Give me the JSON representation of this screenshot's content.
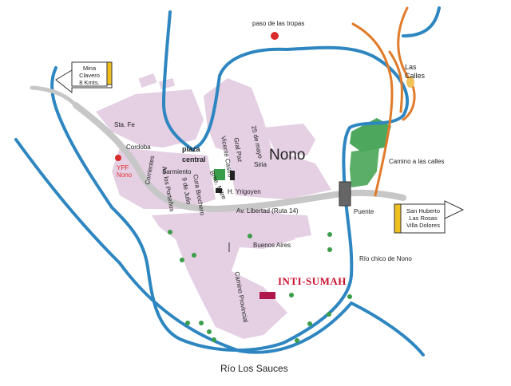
{
  "town": {
    "name": "Nono"
  },
  "signs": {
    "left": {
      "lines": [
        "Mina",
        "Clavero",
        "8 Kmts."
      ]
    },
    "right": {
      "lines": [
        "San Huberto",
        "Las Rosas",
        "Villa Dolores"
      ]
    }
  },
  "landmarks": {
    "paso": "paso de las tropas",
    "las_calles_1": "Las",
    "las_calles_2": "Calles",
    "camino_calles": "Camino a las calles",
    "plaza_1": "plaza",
    "plaza_2": "central",
    "ypf_1": "YPF",
    "ypf_2": "Nono",
    "puente": "Puente",
    "rio_chico": "Río chico de Nono",
    "inti": "INTI-SUMAH",
    "rio_sauces": "Río Los Sauces"
  },
  "streets": {
    "sta_fe": "Sta. Fe",
    "cordoba": "Cordoba",
    "corrientes": "Corrientes",
    "portenos": "Av. los Porteños",
    "sarmiento": "Sarmiento",
    "nueve_julio": "9 de Julio",
    "cura": "Cura Brochero",
    "mitre": "Bme. Mitre",
    "vicente": "Vicente Castro",
    "gral_paz": "Gral Paz",
    "mayo": "25 de mayo",
    "siria": "Siria",
    "yrigoyen": "H. Yrigoyen",
    "libertad": "Av. Libertad (Ruta 14)",
    "buenos_aires": "Buenos Aires",
    "camino_prov": "Camino Provincial"
  },
  "colors": {
    "river": "#2e86c1",
    "road": "#bdbdbd",
    "blocks": "#e4cfe3",
    "dirt_road": "#e07b2a",
    "green_area": "#3a9d4a",
    "marker": "#d92b2b",
    "lodge": "#b0174b"
  }
}
